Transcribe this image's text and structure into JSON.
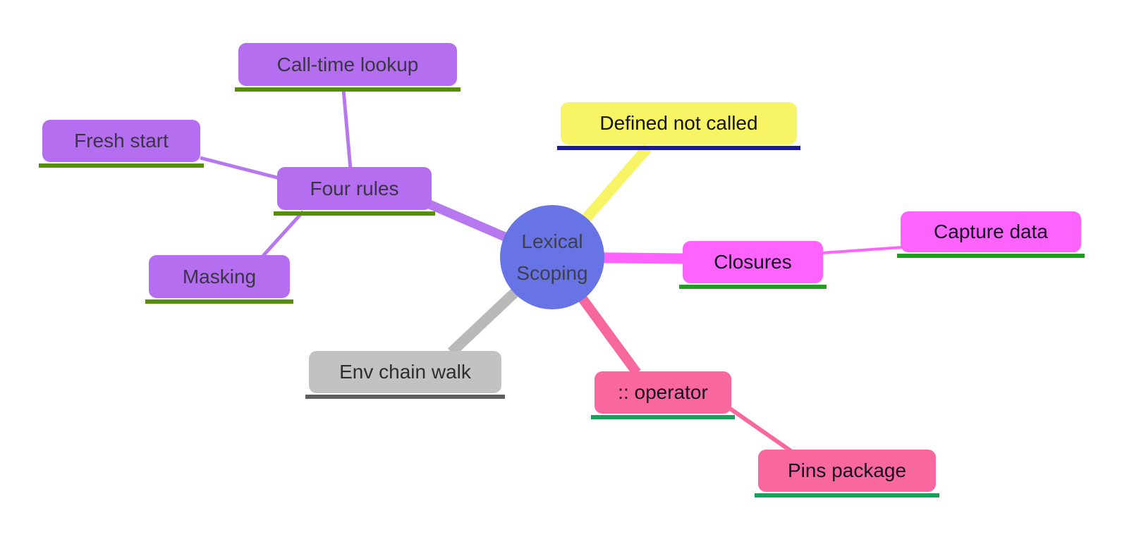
{
  "diagram": {
    "type": "mindmap",
    "center": {
      "label": "Lexical Scoping",
      "fill": "#6874e6",
      "text_color": "#3d3f4c"
    },
    "nodes": {
      "call_time_lookup": {
        "label": "Call-time lookup",
        "fill": "#b56ef0",
        "underline": "#548e0a",
        "text_color": "#3a3544"
      },
      "fresh_start": {
        "label": "Fresh start",
        "fill": "#b56ef0",
        "underline": "#548e0a",
        "text_color": "#3a3544"
      },
      "four_rules": {
        "label": "Four rules",
        "fill": "#b56ef0",
        "underline": "#548e0a",
        "text_color": "#3a3544"
      },
      "masking": {
        "label": "Masking",
        "fill": "#b56ef0",
        "underline": "#548e0a",
        "text_color": "#3a3544"
      },
      "defined_not_called": {
        "label": "Defined not called",
        "fill": "#f7f566",
        "underline": "#1a1a99",
        "text_color": "#141408"
      },
      "closures": {
        "label": "Closures",
        "fill": "#fe63fe",
        "underline": "#1f9e1f",
        "text_color": "#10101e"
      },
      "capture_data": {
        "label": "Capture data",
        "fill": "#fe63fe",
        "underline": "#1f9e1f",
        "text_color": "#10101e"
      },
      "env_chain_walk": {
        "label": "Env chain walk",
        "fill": "#c2c2c2",
        "underline": "#5e5e5e",
        "text_color": "#2e2e31"
      },
      "double_colon_operator": {
        "label": ":: operator",
        "fill": "#f8689f",
        "underline": "#17a257",
        "text_color": "#16101e"
      },
      "pins_package": {
        "label": "Pins package",
        "fill": "#f8689f",
        "underline": "#17a257",
        "text_color": "#16101e"
      }
    },
    "edge_colors": {
      "purple_branch": "#b778ef",
      "yellow_branch": "#f7f566",
      "magenta_branch": "#fe63fe",
      "gray_branch": "#b9b9b9",
      "pink_branch": "#f8689f"
    }
  }
}
